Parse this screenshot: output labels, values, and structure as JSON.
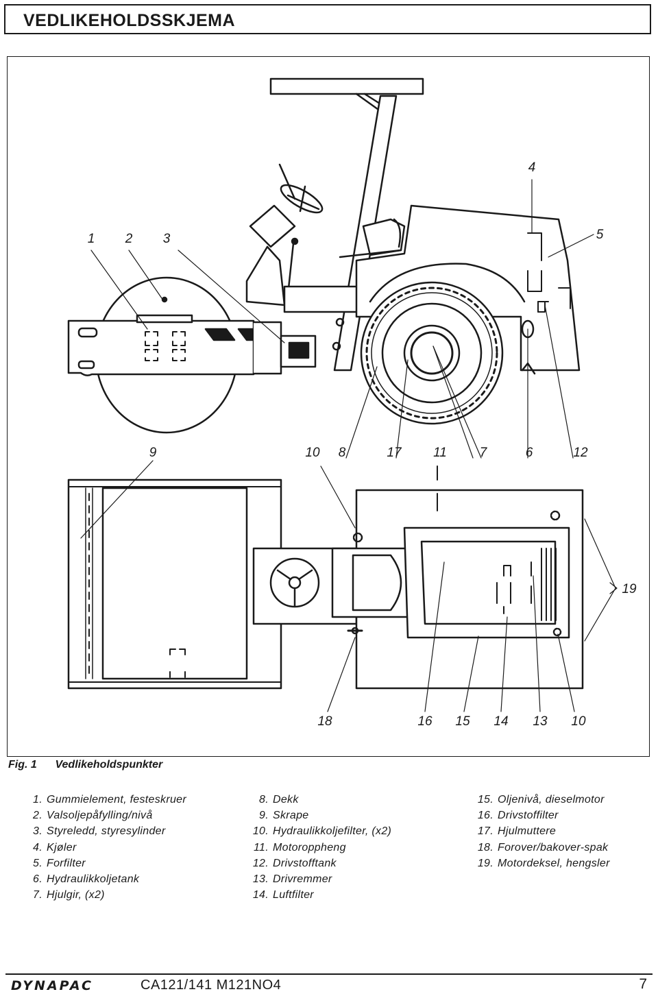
{
  "header": {
    "title": "VEDLIKEHOLDSSKJEMA"
  },
  "figure": {
    "label": "Fig. 1",
    "caption": "Vedlikeholdspunkter",
    "callouts_top": [
      "1",
      "2",
      "3",
      "4",
      "5"
    ],
    "callouts_middle": [
      "9",
      "10",
      "8",
      "17",
      "11",
      "7",
      "6",
      "12"
    ],
    "callout_right": "19",
    "callouts_bottom": [
      "18",
      "16",
      "15",
      "14",
      "13",
      "10"
    ]
  },
  "legend": {
    "col1": [
      {
        "num": "1.",
        "text": "Gummielement, festeskruer"
      },
      {
        "num": "2.",
        "text": "Valsoljepåfylling/nivå"
      },
      {
        "num": "3.",
        "text": "Styreledd, styresylinder"
      },
      {
        "num": "4.",
        "text": "Kjøler"
      },
      {
        "num": "5.",
        "text": "Forfilter"
      },
      {
        "num": "6.",
        "text": "Hydraulikkoljetank"
      },
      {
        "num": "7.",
        "text": "Hjulgir, (x2)"
      }
    ],
    "col2": [
      {
        "num": "8.",
        "text": "Dekk"
      },
      {
        "num": "9.",
        "text": "Skrape"
      },
      {
        "num": "10.",
        "text": "Hydraulikkoljefilter, (x2)"
      },
      {
        "num": "11.",
        "text": "Motoroppheng"
      },
      {
        "num": "12.",
        "text": "Drivstofftank"
      },
      {
        "num": "13.",
        "text": "Drivremmer"
      },
      {
        "num": "14.",
        "text": "Luftfilter"
      }
    ],
    "col3": [
      {
        "num": "15.",
        "text": "Oljenivå, dieselmotor"
      },
      {
        "num": "16.",
        "text": "Drivstoffilter"
      },
      {
        "num": "17.",
        "text": "Hjulmuttere"
      },
      {
        "num": "18.",
        "text": "Forover/bakover-spak"
      },
      {
        "num": "19.",
        "text": "Motordeksel, hengsler"
      }
    ]
  },
  "footer": {
    "brand": "DYNAPAC",
    "doc_code": "CA121/141  M121NO4",
    "page_number": "7"
  }
}
